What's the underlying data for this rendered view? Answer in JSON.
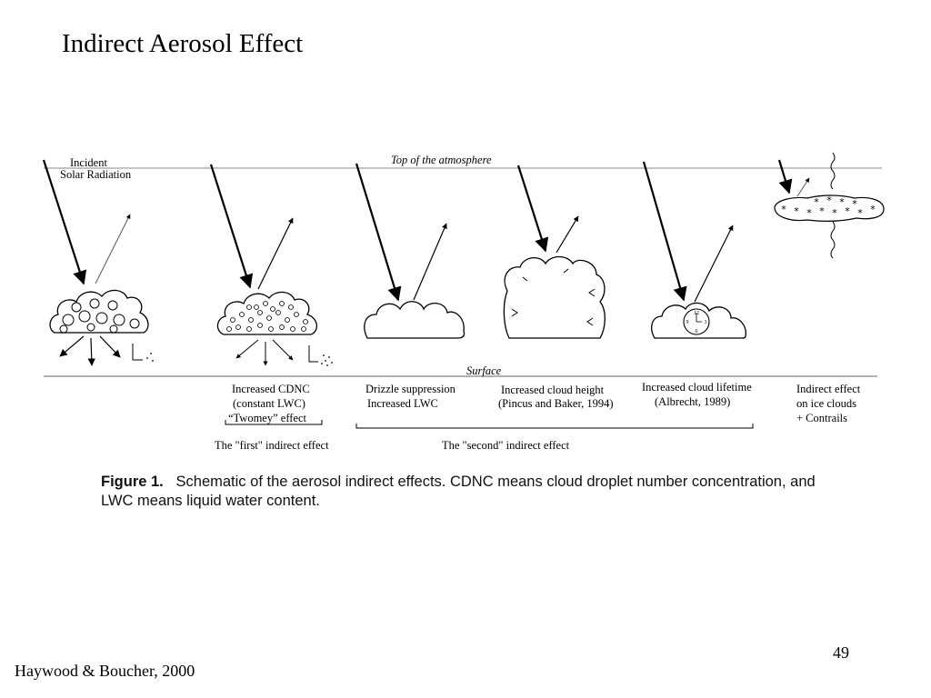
{
  "slide": {
    "title": "Indirect Aerosol Effect",
    "page_number": "49",
    "citation": "Haywood & Boucher, 2000"
  },
  "figure": {
    "top_label": "Top of the atmosphere",
    "surface_label": "Surface",
    "incident_line1": "Incident",
    "incident_line2": "Solar Radiation",
    "panels": [
      {
        "line1": "",
        "line2": "",
        "line3": ""
      },
      {
        "line1": "Increased CDNC",
        "line2": "(constant LWC)",
        "line3": "“Twomey” effect"
      },
      {
        "line1": "Drizzle suppression",
        "line2": "Increased LWC",
        "line3": ""
      },
      {
        "line1": "Increased cloud height",
        "line2": "(Pincus and Baker, 1994)",
        "line3": ""
      },
      {
        "line1": "Increased cloud lifetime",
        "line2": "(Albrecht, 1989)",
        "line3": ""
      },
      {
        "line1": "Indirect effect",
        "line2": "on ice clouds",
        "line3": "+ Contrails"
      }
    ],
    "first_effect": "The \"first\" indirect effect",
    "second_effect": "The \"second\" indirect effect",
    "clock_numbers": [
      "12",
      "3",
      "6",
      "9"
    ]
  },
  "caption": {
    "label": "Figure 1.",
    "text_line1": "Schematic of the aerosol indirect effects. CDNC means cloud droplet number concentration, and",
    "text_line2": "LWC means liquid water content."
  }
}
